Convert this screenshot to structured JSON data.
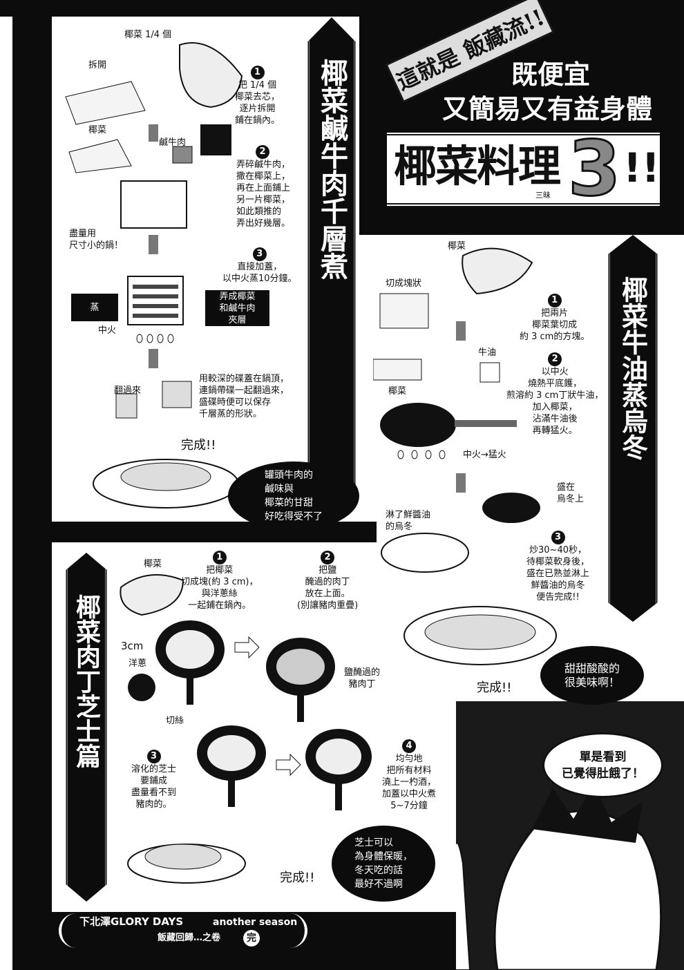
{
  "header": {
    "banner": "這就是 飯藏流!!",
    "line1": "既便宜",
    "line2": "又簡易又有益身體",
    "main_title": "椰菜料理",
    "big_number": "3",
    "ruby": "三昧",
    "exclaim": "!!"
  },
  "recipe1": {
    "title": "椰菜鹹牛肉千層煮",
    "labels": {
      "cabbage_quarter": "椰菜 1/4 個",
      "tear": "拆開",
      "cabbage": "椰菜",
      "corned_beef": "鹹牛肉",
      "small_pot": "盡量用\n尺寸小的鍋！",
      "steam": "蒸",
      "medium_heat": "中火",
      "layered": "弄成椰菜\n和鹹牛肉\n夾層",
      "flip": "翻過來",
      "done": "完成!!"
    },
    "steps": [
      {
        "n": "1",
        "text": "把 1/4 個\n椰菜去芯，\n逐片拆開\n鋪在鍋內。"
      },
      {
        "n": "2",
        "text": "弄碎鹹牛肉，\n撒在椰菜上，\n再在上面鋪上\n另一片椰菜，\n如此類推的\n弄出好幾層。"
      },
      {
        "n": "3",
        "text": "直接加蓋，\n以中火蒸10分鐘。"
      }
    ],
    "note": "用較深的碟蓋在鍋頂，\n連鍋帶碟一起翻過來，\n盛碟時便可以保存\n千層蒸的形狀。",
    "bubble": "罐頭牛肉的\n鹹味與\n椰菜的甘甜\n好吃得受不了"
  },
  "recipe2": {
    "title": "椰菜牛油蒸烏冬",
    "labels": {
      "cabbage": "椰菜",
      "cut": "切成塊狀",
      "butter": "牛油",
      "cabbage2": "椰菜",
      "heat": "中火→猛火",
      "plate_on": "盛在\n烏冬上",
      "udon": "淋了鮮醬油\n的烏冬",
      "done": "完成!!"
    },
    "steps": [
      {
        "n": "1",
        "text": "把兩片\n椰菜葉切成\n約 3 cm的方塊。"
      },
      {
        "n": "2",
        "text": "以中火\n燒熱平底鑊，\n煎溶約 3 cm丁狀牛油，\n加入椰菜，\n沾滿牛油後\n再轉猛火。"
      },
      {
        "n": "3",
        "text": "炒30~40秒，\n待椰菜軟身後，\n盛在已熟並淋上\n鮮醬油的烏冬\n便告完成!!"
      }
    ],
    "bubble": "甜甜酸酸的\n很美味啊！"
  },
  "recipe3": {
    "title": "椰菜肉丁芝士篇",
    "labels": {
      "cabbage": "椰菜",
      "size": "3cm",
      "onion": "洋蔥",
      "shred": "切絲",
      "pork": "鹽醃過的\n豬肉丁",
      "done": "完成!!"
    },
    "steps": [
      {
        "n": "1",
        "text": "把椰菜\n切成塊(約 3 cm)，\n與洋蔥絲\n一起鋪在鍋內。"
      },
      {
        "n": "2",
        "text": "把鹽\n醃過的肉丁\n放在上面。\n(別讓豬肉重疊)"
      },
      {
        "n": "3",
        "text": "溶化的芝士\n要鋪成\n盡量看不到\n豬肉的。"
      },
      {
        "n": "4",
        "text": "均勻地\n把所有材料\n澆上一杓酒，\n加蓋以中火煮\n5~7分鐘"
      }
    ],
    "bubble": "芝士可以\n為身體保暖，\n冬天吃的話\n最好不過啊"
  },
  "character": {
    "bubble": "單是看到\n已覺得肚餓了！"
  },
  "footer": {
    "series": "下北澤GLORY DAYS",
    "subtitle": "another season",
    "chapter": "飯藏回歸…之卷",
    "end_mark": "完"
  }
}
